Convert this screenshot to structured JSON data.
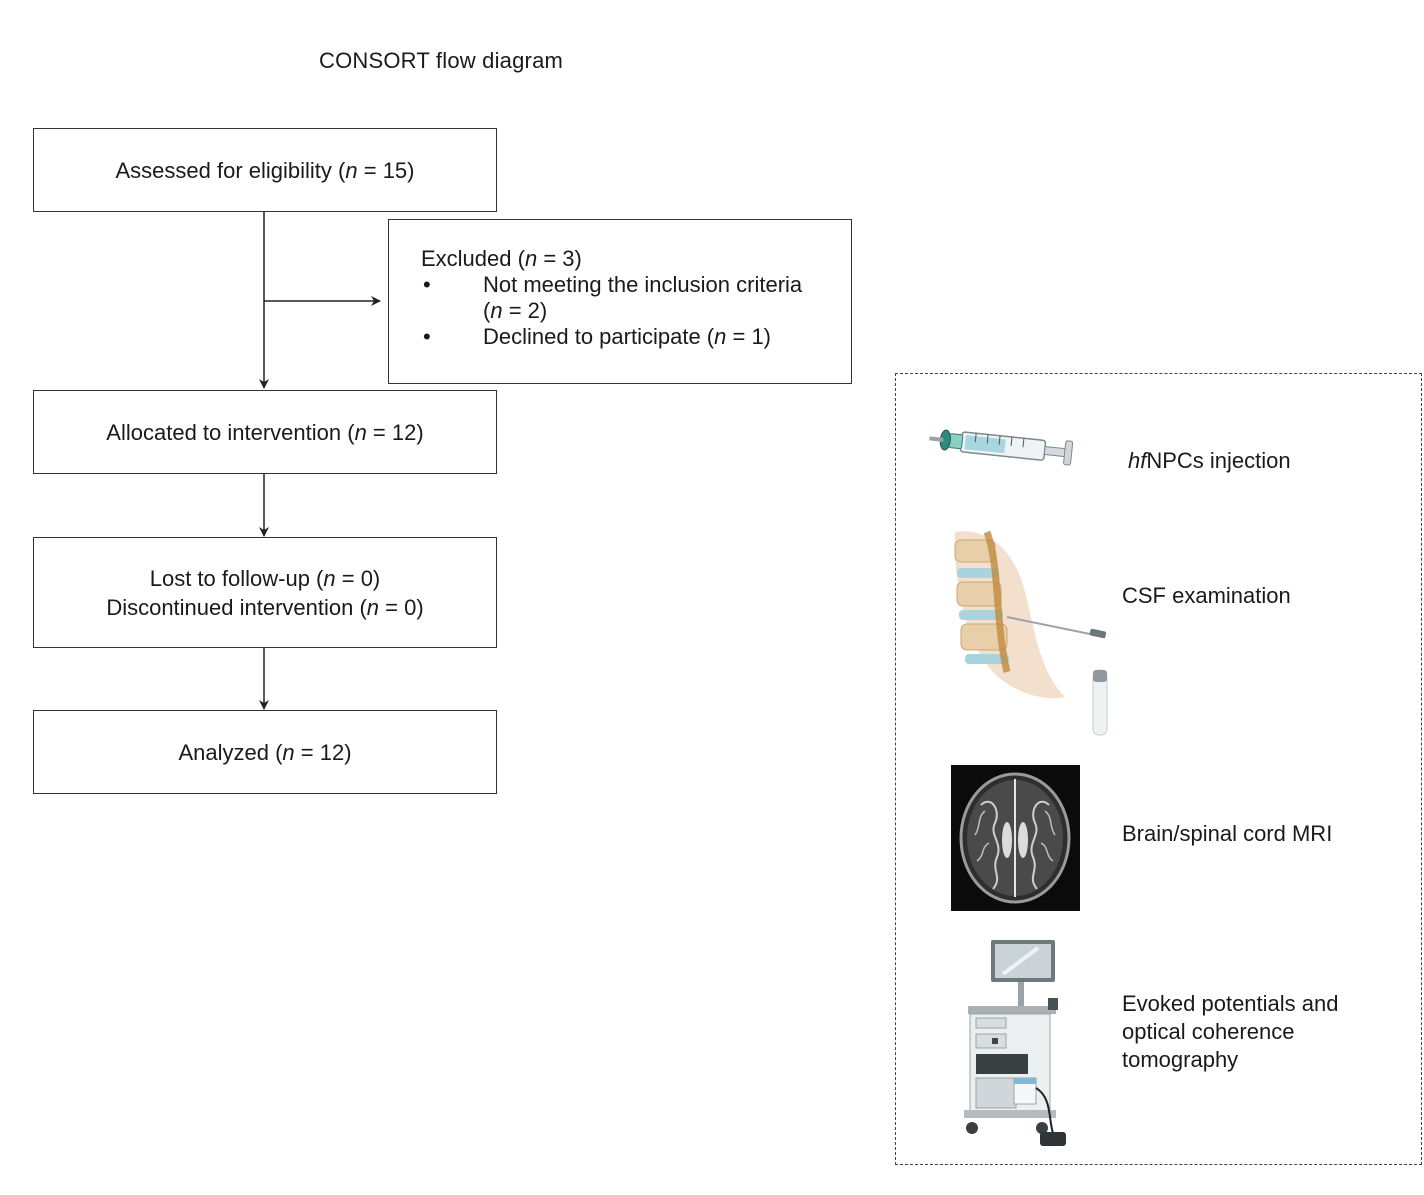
{
  "diagram": {
    "title": "CONSORT flow diagram",
    "assess": {
      "label": "Assessed for eligibility",
      "n_prefix": "(",
      "n_symbol": "n",
      "n_value": " = 15)"
    },
    "excluded": {
      "label": "Excluded (",
      "n_symbol": "n",
      "n_value": " = 3)",
      "bullet": "•",
      "item1_text": "Not meeting the inclusion criteria",
      "item1_n_prefix": "(",
      "item1_n_symbol": "n",
      "item1_n_value": " = 2)",
      "item2_text": "Declined to participate (",
      "item2_n_symbol": "n",
      "item2_n_value": " = 1)"
    },
    "alloc": {
      "label": "Allocated to intervention (",
      "n_symbol": "n",
      "n_value": " = 12)"
    },
    "lost": {
      "line1": "Lost to follow-up (",
      "line1_n_symbol": "n",
      "line1_n_value": " = 0)",
      "line2": "Discontinued intervention (",
      "line2_n_symbol": "n",
      "line2_n_value": " = 0)"
    },
    "analyzed": {
      "label": "Analyzed (",
      "n_symbol": "n",
      "n_value": " = 12)"
    }
  },
  "legend": {
    "injection": {
      "italic": "hf",
      "text": "NPCs injection",
      "icon": "syringe-icon"
    },
    "csf": {
      "text": "CSF examination",
      "icon": "spine-lumbar-puncture-icon"
    },
    "mri": {
      "text": "Brain/spinal cord MRI",
      "icon": "brain-mri-icon"
    },
    "evoked": {
      "text": "Evoked potentials and optical coherence tomography",
      "icon": "medical-cart-monitor-icon"
    }
  }
}
